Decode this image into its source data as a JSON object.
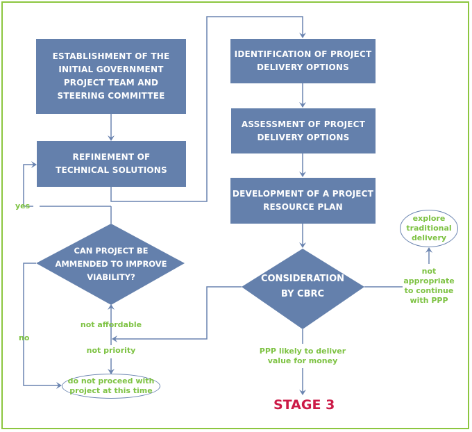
{
  "colors": {
    "box": "#6480ac",
    "line": "#6a84b0",
    "label": "#7dc242",
    "stage": "#cc1a47",
    "frame": "#8cc63f"
  },
  "boxes": {
    "establishment": "ESTABLISHMENT OF THE\nINITIAL GOVERNMENT\nPROJECT TEAM AND\nSTEERING COMMITTEE",
    "refinement": "REFINEMENT OF\nTECHNICAL SOLUTIONS",
    "identification": "IDENTIFICATION OF PROJECT\nDELIVERY OPTIONS",
    "assessment": "ASSESSMENT OF PROJECT\nDELIVERY OPTIONS",
    "development": "DEVELOPMENT OF A PROJECT\nRESOURCE PLAN"
  },
  "decisions": {
    "amend": "CAN PROJECT BE\nAMMENDED TO IMPROVE\nVIABILITY?",
    "cbrc": "CONSIDERATION\nBY CBRC"
  },
  "labels": {
    "yes": "yes",
    "no": "no",
    "not_affordable": "not affordable",
    "not_priority": "not priority",
    "ppp_vfm": "PPP likely to deliver\nvalue for money",
    "not_appropriate": "not\nappropriate\nto continue\nwith PPP"
  },
  "terminals": {
    "do_not_proceed": "do not proceed with\nproject at this time",
    "explore_traditional": "explore\ntraditional\ndelivery"
  },
  "stage": "STAGE 3"
}
